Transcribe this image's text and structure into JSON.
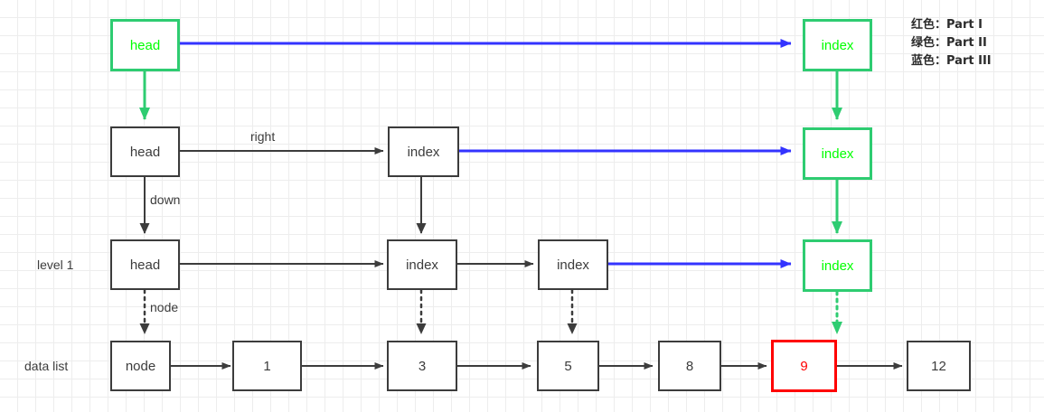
{
  "diagram": {
    "title": "skip-list-structure",
    "colors": {
      "black": "#3c3c3c",
      "green_border": "#2ecc71",
      "green_text": "#00ff00",
      "red": "#ff0000",
      "blue": "#3333ff",
      "grid_minor": "#ededed",
      "grid_major": "#e0e0e0"
    },
    "row_labels": [
      {
        "id": "level-1",
        "text": "level 1"
      },
      {
        "id": "data-list",
        "text": "data list"
      }
    ],
    "edge_labels": [
      {
        "id": "right",
        "text": "right"
      },
      {
        "id": "down",
        "text": "down"
      },
      {
        "id": "node",
        "text": "node"
      }
    ],
    "nodes": {
      "row0": [
        {
          "id": "head-top",
          "text": "head",
          "style": "green"
        },
        {
          "id": "index-top-right",
          "text": "index",
          "style": "green"
        }
      ],
      "row1": [
        {
          "id": "head-r1",
          "text": "head",
          "style": "black"
        },
        {
          "id": "index-r1-c1",
          "text": "index",
          "style": "black"
        },
        {
          "id": "index-r1-right",
          "text": "index",
          "style": "green"
        }
      ],
      "row2": [
        {
          "id": "head-r2",
          "text": "head",
          "style": "black"
        },
        {
          "id": "index-r2-c1",
          "text": "index",
          "style": "black"
        },
        {
          "id": "index-r2-c2",
          "text": "index",
          "style": "black"
        },
        {
          "id": "index-r2-right",
          "text": "index",
          "style": "green"
        }
      ],
      "row3": [
        {
          "id": "node-d0",
          "text": "node",
          "style": "black"
        },
        {
          "id": "node-d1",
          "text": "1",
          "style": "black"
        },
        {
          "id": "node-d3",
          "text": "3",
          "style": "black"
        },
        {
          "id": "node-d5",
          "text": "5",
          "style": "black"
        },
        {
          "id": "node-d8",
          "text": "8",
          "style": "black"
        },
        {
          "id": "node-d9",
          "text": "9",
          "style": "red"
        },
        {
          "id": "node-d12",
          "text": "12",
          "style": "black"
        }
      ]
    },
    "legend": [
      {
        "id": "part-1",
        "text": "红色：Part I"
      },
      {
        "id": "part-2",
        "text": "绿色：Part II"
      },
      {
        "id": "part-3",
        "text": "蓝色：Part III"
      }
    ]
  }
}
